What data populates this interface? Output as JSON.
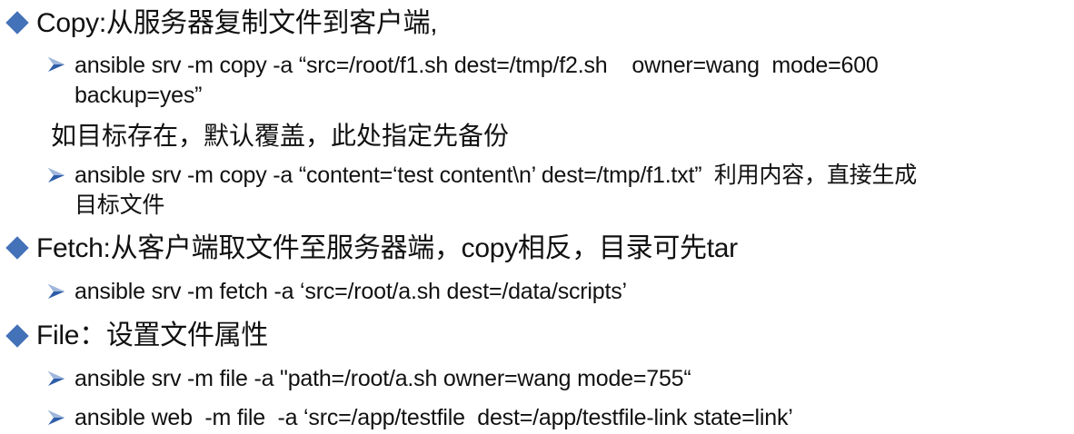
{
  "slide": {
    "colors": {
      "bullet_diamond": "#4472b8",
      "bullet_arrow": "#2e5da8",
      "text": "#111111",
      "background": "#ffffff"
    },
    "sections": [
      {
        "bullet": "diamond-icon",
        "heading": "Copy:从服务器复制文件到客户端,",
        "items": [
          {
            "bullet": "arrow-icon",
            "lines": [
              "ansible srv -m copy -a “src=/root/f1.sh dest=/tmp/f2.sh    owner=wang  mode=600",
              "backup=yes”"
            ]
          }
        ],
        "note": "如目标存在，默认覆盖，此处指定先备份",
        "items2": [
          {
            "bullet": "arrow-icon",
            "lines": [
              "ansible srv -m copy -a “content=‘test content\\n’ dest=/tmp/f1.txt”  利用内容，直接生成",
              "目标文件"
            ]
          }
        ]
      },
      {
        "bullet": "diamond-icon",
        "heading": "Fetch:从客户端取文件至服务器端，copy相反，目录可先tar",
        "items": [
          {
            "bullet": "arrow-icon",
            "lines": [
              "ansible srv -m fetch -a ‘src=/root/a.sh dest=/data/scripts’"
            ]
          }
        ]
      },
      {
        "bullet": "diamond-icon",
        "heading": "File：设置文件属性",
        "items": [
          {
            "bullet": "arrow-icon",
            "lines": [
              "ansible srv -m file -a \"path=/root/a.sh owner=wang mode=755“"
            ]
          },
          {
            "bullet": "arrow-icon",
            "lines": [
              "ansible web  -m file  -a ‘src=/app/testfile  dest=/app/testfile-link state=link’"
            ]
          }
        ]
      }
    ]
  }
}
